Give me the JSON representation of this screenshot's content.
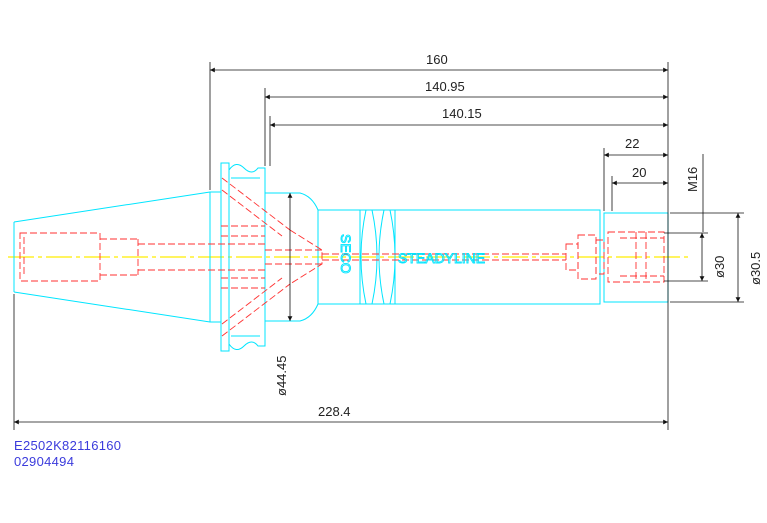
{
  "drawing": {
    "dimensions": {
      "d160": "160",
      "d140_95": "140.95",
      "d140_15": "140.15",
      "d22": "22",
      "d20": "20",
      "thread": "M16",
      "dia30": "ø30",
      "dia30_5": "ø30.5",
      "dia44_45": "ø44.45",
      "d228_4": "228.4"
    },
    "brand_text": "STEADYLINE",
    "vertical_brand": "SECO"
  },
  "codes": {
    "line1": "E2502K82116160",
    "line2": "02904494"
  },
  "colors": {
    "outline": "#00e5ff",
    "hidden": "#ff3030",
    "centerline": "#ffee00",
    "dimension": "#111111",
    "code_text": "#3b3bdc"
  }
}
